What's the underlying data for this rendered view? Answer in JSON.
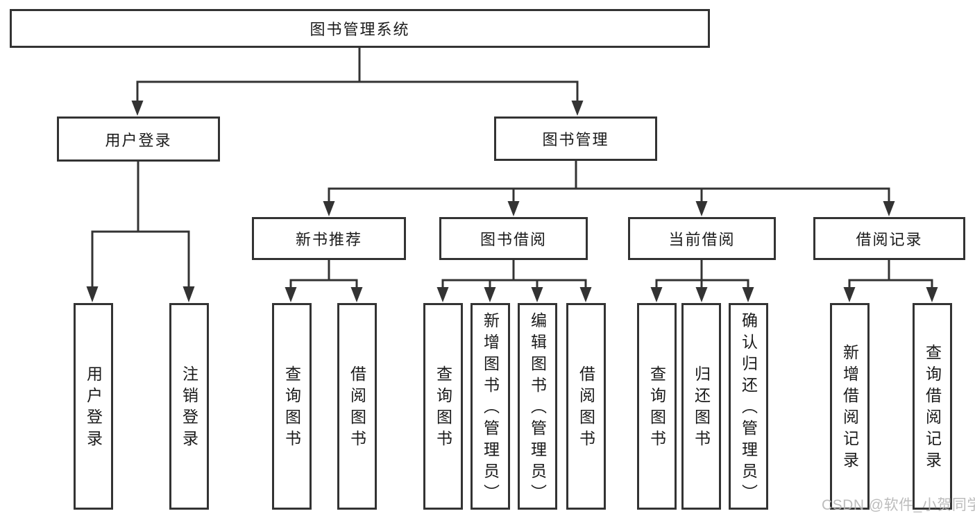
{
  "nodes": {
    "root": "图书管理系统",
    "user_login": {
      "label": "用户登录",
      "children": [
        "用户登录",
        "注销登录"
      ]
    },
    "book_mgmt": {
      "label": "图书管理",
      "sections": [
        {
          "label": "新书推荐",
          "children": [
            "查询图书",
            "借阅图书"
          ]
        },
        {
          "label": "图书借阅",
          "children": [
            "查询图书",
            "新增图书（管理员）",
            "编辑图书（管理员）",
            "借阅图书"
          ]
        },
        {
          "label": "当前借阅",
          "children": [
            "查询图书",
            "归还图书",
            "确认归还（管理员）"
          ]
        },
        {
          "label": "借阅记录",
          "children": [
            "新增借阅记录",
            "查询借阅记录"
          ]
        }
      ]
    }
  },
  "watermark": "CSDN @软件_小贺同学",
  "colors": {
    "line": "#333333",
    "box_border": "#333333",
    "box_fill": "#ffffff",
    "text": "#1a1a1a",
    "watermark": "#b5b5b5",
    "background": "#ffffff"
  }
}
